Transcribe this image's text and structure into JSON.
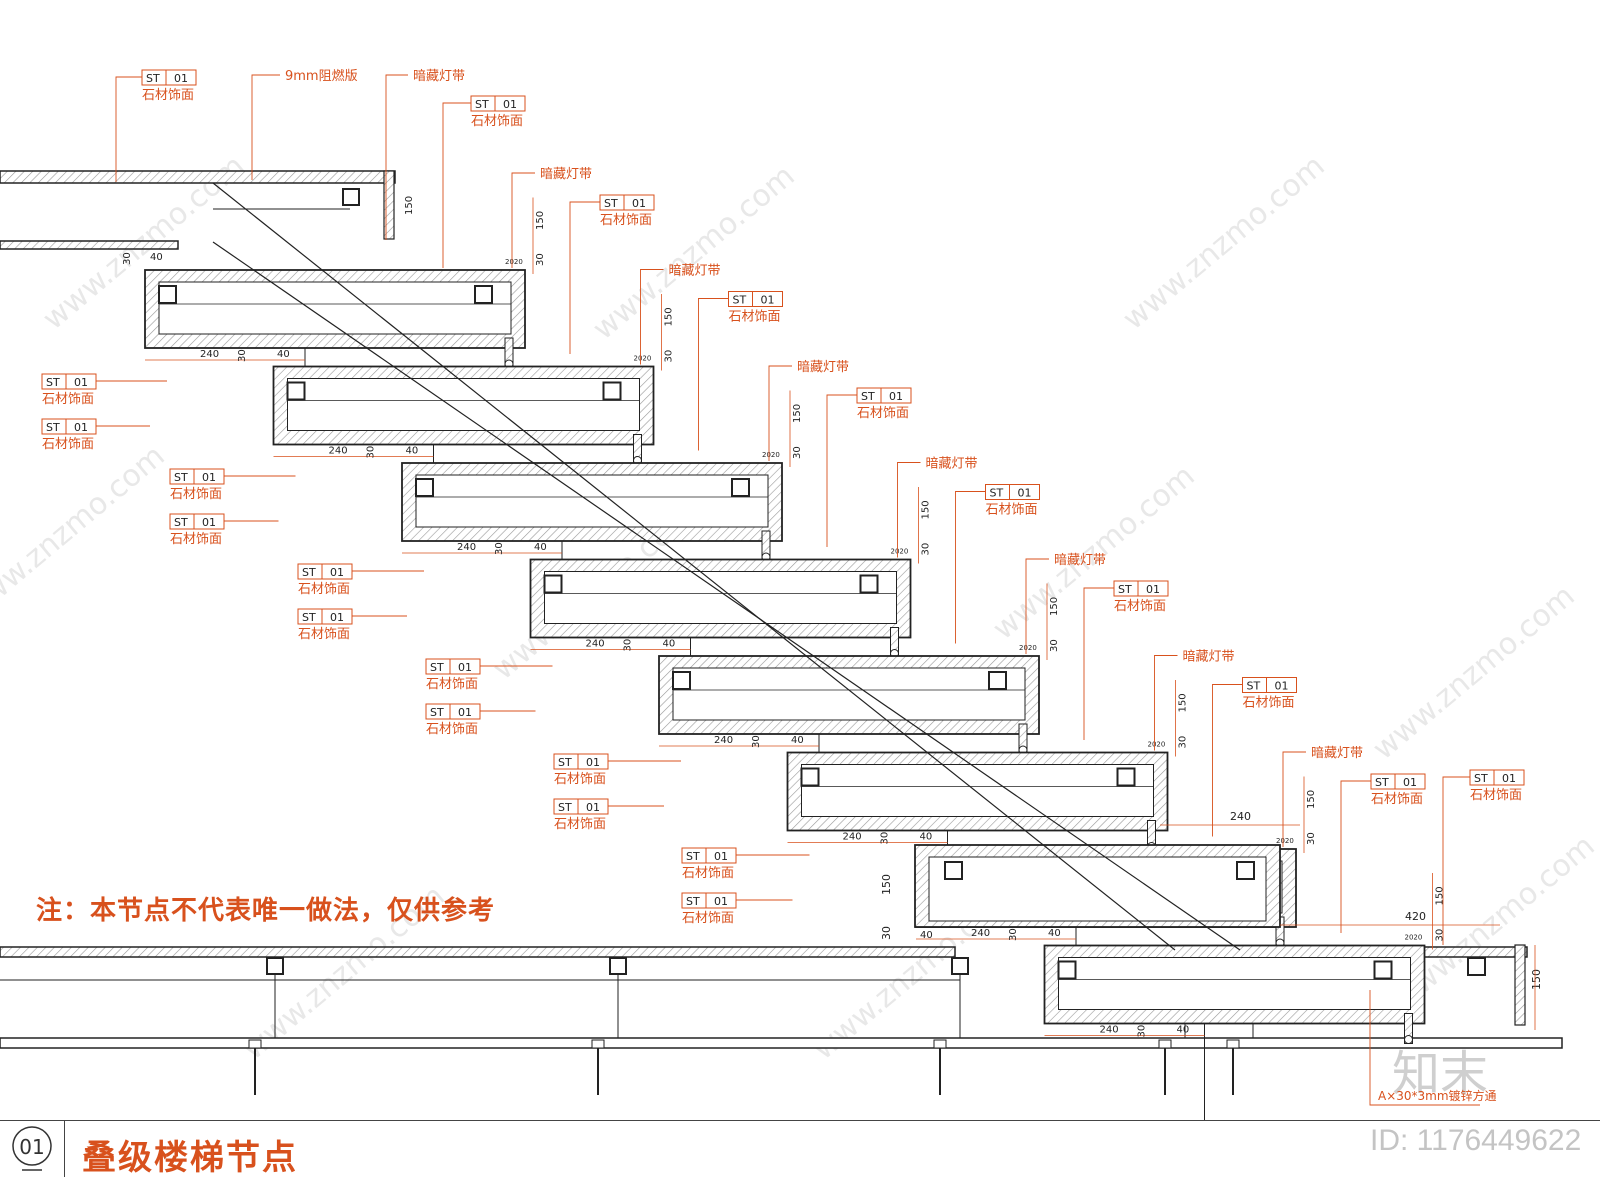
{
  "note": "注：本节点不代表唯一做法，仅供参考",
  "title": "叠级楼梯节点",
  "detail_number": "01",
  "id_label": "ID: 1176449622",
  "watermark_logo": "知末",
  "watermark_text": "www.znzmo.com",
  "tag": {
    "code": "ST",
    "number": "01",
    "label": "石材饰面"
  },
  "labels": {
    "board": "9mm阻燃版",
    "light_strip": "暗藏灯带",
    "bottom_note": "A×30*3mm镀锌方通"
  },
  "dimensions": {
    "tread": "240",
    "nosing": "30",
    "offset": "40",
    "riser": "150",
    "gap": "20",
    "landing": "420"
  },
  "colors": {
    "accent": "#d8511d",
    "line": "#222222",
    "hatch": "#9a9a9a",
    "watermark": "#d9d9d9"
  }
}
